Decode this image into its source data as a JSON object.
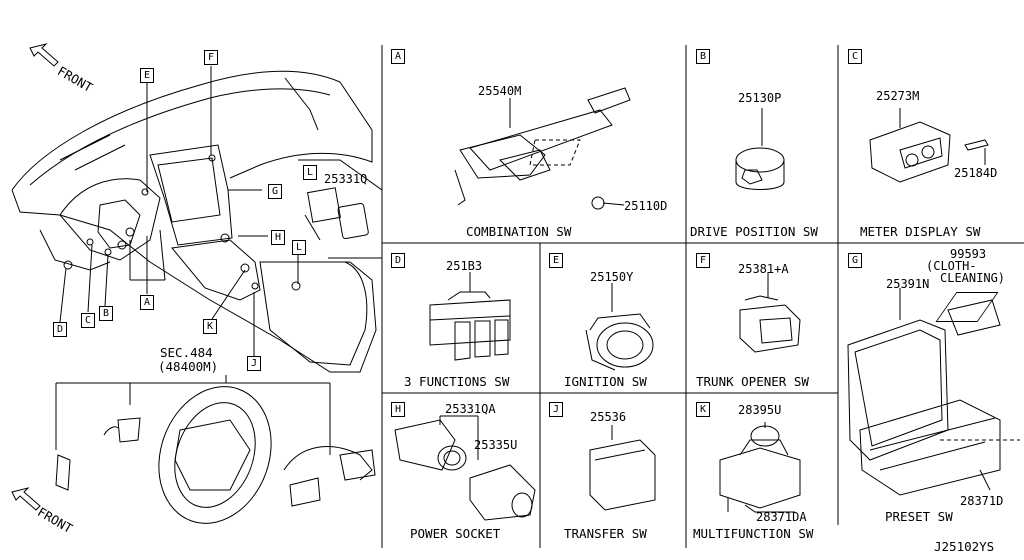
{
  "overview": {
    "front_top": "FRONT",
    "front_bottom": "FRONT",
    "sec_line1": "SEC.484",
    "sec_line2": "(48400M)",
    "callouts": [
      "E",
      "F",
      "G",
      "H",
      "L",
      "A",
      "B",
      "C",
      "D",
      "K",
      "J"
    ],
    "inset_box_letter": "L",
    "inset_part": "25331Q"
  },
  "panels": {
    "A": {
      "letter": "A",
      "parts": [
        "25540M",
        "25110D"
      ],
      "caption": "COMBINATION SW"
    },
    "B": {
      "letter": "B",
      "parts": [
        "25130P"
      ],
      "caption": "DRIVE POSITION SW"
    },
    "C": {
      "letter": "C",
      "parts": [
        "25273M",
        "25184D"
      ],
      "caption": "METER DISPLAY SW"
    },
    "D": {
      "letter": "D",
      "parts": [
        "251B3"
      ],
      "caption": "3 FUNCTIONS SW"
    },
    "E": {
      "letter": "E",
      "parts": [
        "25150Y"
      ],
      "caption": "IGNITION SW"
    },
    "F": {
      "letter": "F",
      "parts": [
        "25381+A"
      ],
      "caption": "TRUNK OPENER SW"
    },
    "G": {
      "letter": "G",
      "parts": [
        "99593",
        "(CLOTH-",
        "CLEANING)",
        "25391N",
        "28371D"
      ],
      "caption": "PRESET SW"
    },
    "H": {
      "letter": "H",
      "parts": [
        "25331QA",
        "25335U"
      ],
      "caption": "POWER SOCKET"
    },
    "J": {
      "letter": "J",
      "parts": [
        "25536"
      ],
      "caption": "TRANSFER SW"
    },
    "K": {
      "letter": "K",
      "parts": [
        "28395U",
        "28371DA"
      ],
      "caption": "MULTIFUNCTION SW"
    }
  },
  "diagram_id": "J25102YS"
}
